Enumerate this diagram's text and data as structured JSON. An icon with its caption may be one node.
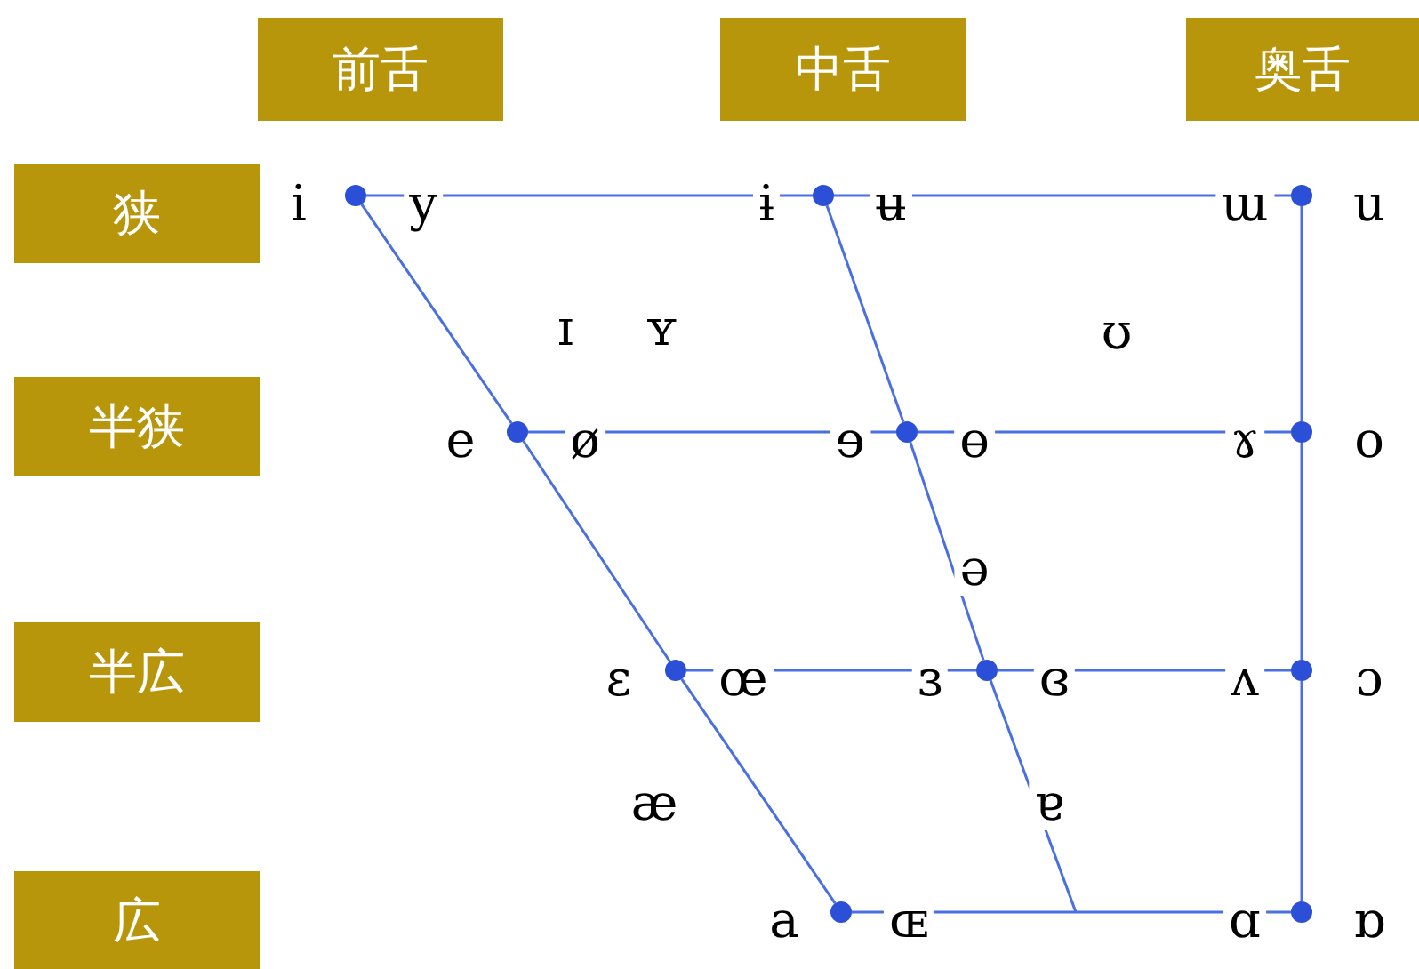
{
  "diagram": {
    "nodes": [
      {
        "text": [
          "前舌"
        ]
      },
      {
        "text": [
          "中舌"
        ]
      },
      {
        "text": [
          "奥舌"
        ]
      },
      {
        "text": [
          "狭"
        ]
      },
      {
        "text": [
          "半狭"
        ]
      },
      {
        "text": [
          "半広"
        ]
      },
      {
        "text": [
          "広"
        ]
      },
      {
        "text": [],
        "shape": "circle",
        "beside": [
          "i",
          "y"
        ]
      },
      {
        "text": [],
        "shape": "circle",
        "beside": [
          "ɨ",
          "ʉ"
        ]
      },
      {
        "text": [],
        "shape": "circle",
        "beside": [
          "ɯ",
          "u"
        ]
      },
      {
        "text": [],
        "shape": "circle",
        "beside": [
          "e",
          "ø"
        ]
      },
      {
        "text": [],
        "shape": "circle",
        "beside": [
          "ɘ",
          "ɵ"
        ]
      },
      {
        "text": [],
        "shape": "circle",
        "beside": [
          "ɤ",
          "o"
        ]
      },
      {
        "text": [],
        "shape": "circle",
        "beside": [
          "ɛ",
          "œ"
        ]
      },
      {
        "text": [],
        "shape": "circle",
        "beside": [
          "ɜ",
          "ɞ"
        ]
      },
      {
        "text": [],
        "shape": "circle",
        "beside": [
          "ʌ",
          "ɔ"
        ]
      },
      {
        "text": [],
        "shape": "circle",
        "beside": [
          "a",
          "ɶ"
        ]
      },
      {
        "text": [],
        "shape": "circle",
        "beside": [
          "ɑ",
          "ɒ"
        ]
      }
    ],
    "edges": [
      {
        "from": 7,
        "to": 8,
        "arrow": "none"
      },
      {
        "from": 8,
        "to": 9,
        "arrow": "none"
      },
      {
        "from": 10,
        "to": 11,
        "arrow": "none"
      },
      {
        "from": 11,
        "to": 12,
        "arrow": "none"
      },
      {
        "from": 13,
        "to": 14,
        "arrow": "none"
      },
      {
        "from": 14,
        "to": 15,
        "arrow": "none"
      },
      {
        "from": 16,
        "to": 17,
        "arrow": "none"
      },
      {
        "from": 7,
        "to": 10,
        "arrow": "none"
      },
      {
        "from": 10,
        "to": 13,
        "arrow": "none"
      },
      {
        "from": 13,
        "to": 16,
        "arrow": "none"
      },
      {
        "from": 8,
        "to": 11,
        "arrow": "none"
      },
      {
        "from": 11,
        "to": 14,
        "arrow": "none"
      },
      {
        "from": 14,
        "to": null,
        "arrow": "none"
      },
      {
        "from": 9,
        "to": 12,
        "arrow": "none"
      },
      {
        "from": 12,
        "to": 15,
        "arrow": "none"
      },
      {
        "from": 15,
        "to": 17,
        "arrow": "none"
      }
    ],
    "labels": [
      "ɪ",
      "ʏ",
      "ʊ",
      "ə",
      "æ",
      "ɐ"
    ]
  }
}
